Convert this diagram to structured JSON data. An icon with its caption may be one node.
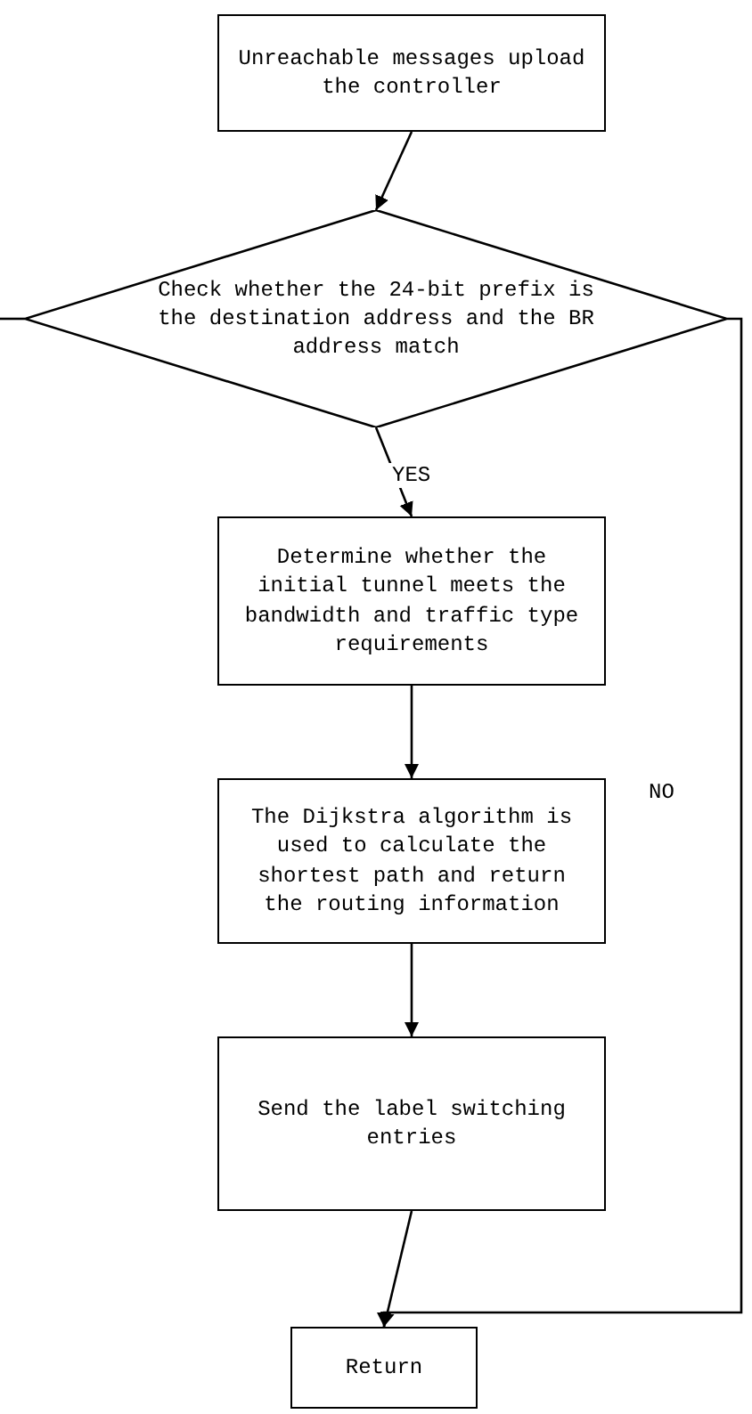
{
  "diagram": {
    "nodes": [
      {
        "text": [
          "Unreachable messages upload the controller"
        ]
      },
      {
        "text": [
          "Check whether the 24-bit prefix is the destination address and the BR address match"
        ]
      },
      {
        "text": [
          "Determine whether the initial tunnel meets the bandwidth and traffic type requirements"
        ]
      },
      {
        "text": [
          "The Dijkstra algorithm is used to calculate the shortest path and return the routing information"
        ]
      },
      {
        "text": [
          "Send the label switching entries"
        ]
      },
      {
        "text": [
          "Return"
        ]
      }
    ],
    "edges": [
      {
        "from": 0,
        "to": 1,
        "arrow": "to"
      },
      {
        "from": 1,
        "to": 2,
        "arrow": "to",
        "label": "YES"
      },
      {
        "from": 2,
        "to": 3,
        "arrow": "to"
      },
      {
        "from": 3,
        "to": 4,
        "arrow": "to"
      },
      {
        "from": 4,
        "to": 5,
        "arrow": "to"
      },
      {
        "from": 1,
        "to": 5,
        "arrow": "to",
        "label": "NO"
      },
      {
        "from": null,
        "to": 1,
        "arrow": "none"
      }
    ]
  }
}
